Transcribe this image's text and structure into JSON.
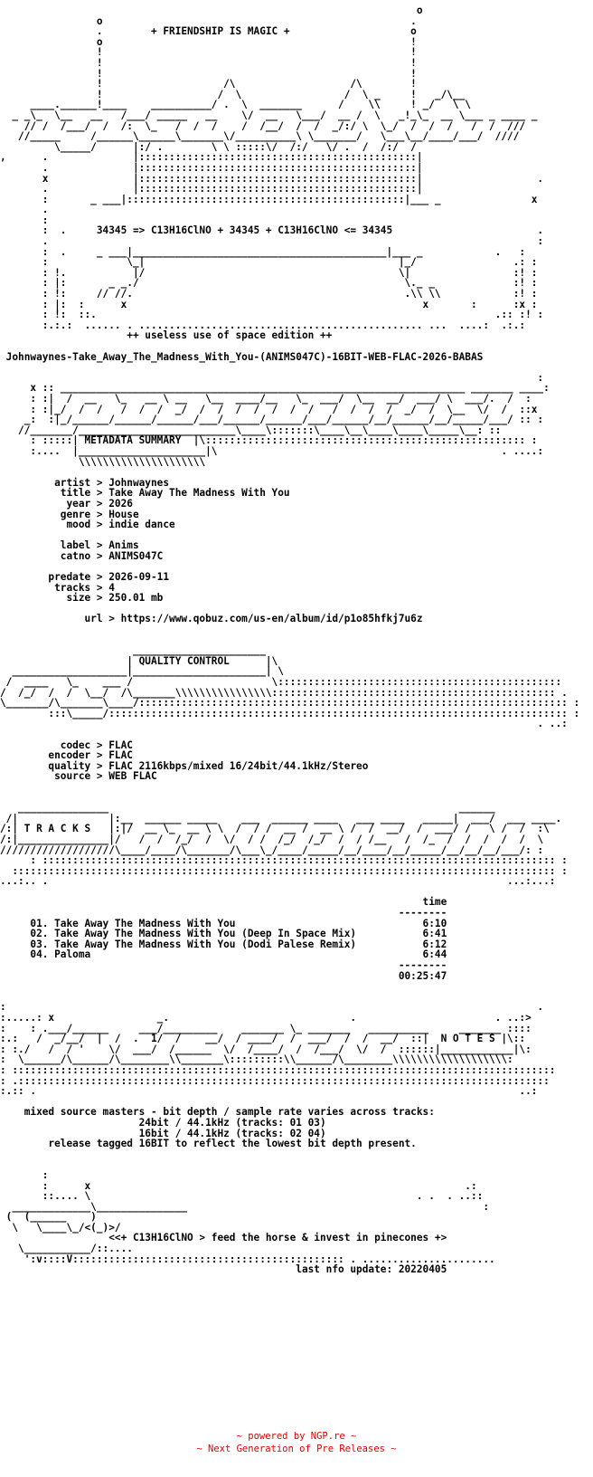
{
  "nfo": {
    "header": [
      "                                                                     o",
      "                o                                                   .",
      "                .        + FRIENDSHIP IS MAGIC +                    o",
      "                o                                                   !",
      "                !                                                   !",
      "                !                                                   !",
      "                !                                                   !",
      "                !                    /\\                   /\\        !",
      "                !                   /  \\                 /  \\ _     !   _/\\__",
      "     ____.______!____    __________/ .  \\  _______      /    \\\\     ! _/   \\ \\",
      "  _ _\\_  \\__   __   /___/ _____   __    \\/  __   \\___/  __ /  \\   _!_\\_  __ \\___ _ ____ _",
      "    // /  /___/  /  /:  \\_   /  /  /    /  /__/  /  /  _/:/ \\  \\_/  /  /  /   /  /  ///",
      "   //_____     /______\\______\\_______\\/__________\\ \\_______/   \\___\\__/____/___/  ////",
      "         \\_____/      |:/ .        \\ \\ :::::\\/  /:/   \\/ .  /  /:/  /",
      ",      .              |::::::::::::::::::::::::::::::::::::::::::::::|",
      "       .              |::::::::::::::::::::::::::::::::::::::::::::::|",
      "       x              |::::::::::::::::::::::::::::::::::::::::::::::|                   .",
      "       .              |::::::::::::::::::::::::::::::::::::::::::::::|",
      "       :       _ ___|::::::::::::::::::::::::::::::::::::::::::::::|___ _               x",
      "       .",
      "       :",
      "       :  .     34345 => C13H16ClNO + 34345 + C13H16ClNO <= 34345                        .",
      "       .                                                                                 :",
      "       :  .     _ ___|__________________________________________|___ _            .   :",
      "       :             \\_|                                          |_/                .: :",
      "       : !.           |/                                          \\|                 :! :",
      "       : |:       _ _./                                            \\._ _             :! :",
      "       : !:     // //.                                             .\\\\ \\\\            :! :",
      "       : |:  :      x                                                 x       :      :x :",
      "       : !:  ::.                                                                  .:: :! :",
      "       :.:.:  ...... . ............................................... ...  ....:  .:.:"
    ],
    "edition_line": "++ useless use of space edition ++",
    "release_name": "Johnwaynes-Take_Away_The_Madness_With_You-(ANIMS047C)-16BIT-WEB-FLAC-2026-BABAS",
    "metadata_banner": [
      "                                                                                         :",
      "     x :: ___________________________________________________________________ _______ ____:",
      "     : :|  /  __   \\_   __ \\ __   \\__  ____/__   \\_  ___/  \\__  __/  ___/ \\  ___/.  /  :",
      "     : :|_/  /  /   /  /  /  _/  /  /  /  /  /  /  /   /  /  /  /  _/  /  \\__  \\/  /  ::x",
      "    _:  :|_/______/______/______/___/______/______/___/______/__/______/__/_____/___/ :: :",
      "   //_______/__________________________\\____\\:::::::\\____\\__\\____\\____\\_____\\__: ::",
      "     : :::::| METADATA SUMMARY  |\\::::::::::::::::::::::::::::::::::::::::::::::::::::: :",
      "     :....  |_____________________|\\                                               . ....:",
      "             \\\\\\\\\\\\\\\\\\\\\\\\\\\\\\\\\\\\\\\\\\"
    ],
    "metadata": {
      "artist": "Johnwaynes",
      "title": "Take Away The Madness With You",
      "year": "2026",
      "genre": "House",
      "mood": "indie dance",
      "label": "Anims",
      "catno": "ANIMS047C",
      "predate": "2026-09-11",
      "tracks": "4",
      "size": "250.01 mb",
      "url": "https://www.qobuz.com/us-en/album/id/p1o85hfkj7u6z"
    },
    "quality_banner": [
      "                      ______________________",
      "                     | QUALITY CONTROL      |\\",
      "  ___________________|______________________| \\",
      " /  ____   \\_    ___ /                       \\:::::::::::::::::::::::::::::::::::::::::::::::",
      "/  /_/  /  /  \\__/  /\\_______\\\\\\\\\\\\\\\\\\\\\\\\\\\\\\\\::::::::::::::::::::::::::::::::::::::::::::::: .",
      "\\_______/\\_______\\____/::::::::::::::::::::::::::::::::::::::::::::::::::::::::::::::::::::::: :",
      "        :::\\_____/:::::::::::::::::::::::::::::::::::::::::::::::::::::::::::::::::::::::::::: :",
      "                                                                                         . ..:"
    ],
    "quality": {
      "codec": "FLAC",
      "encoder": "FLAC",
      "quality": "FLAC 2116kbps/mixed 16/24bit/44.1kHz/Stereo",
      "source": "WEB FLAC"
    },
    "tracks_banner": [
      "   _______________                                                          ______",
      " /|               |:__  ______ _____    ___  ______ ____   ___ ____   _____|  ___/  ___ ____.",
      "/:| T R A C K S   |:|/  __ \\_  __ \\ \\  /  / /  __ /  __ \\ /  /  __/  /  ___/ /   \\ /  /  :\\",
      "/:|_______________|/   /  /  /_/  /  \\/  / /  /_/  /_/  /  / /__   /  /_  /  /  /  /  /  \\",
      "///////////////////\\____/____/\\_______/\\___\\_/____/_____/__/____/__/_____/__/__/__/___/: :",
      "     : ::::::::::::::::::::::::::::::::::::::::::::::::::::::::::::::::::::::::::::::::::::: :",
      "  :::::::::::::::::::::::::::::::::::::::::::::::::::::::::::::::::::::::::::::::::::::::::: :",
      "...:.. .                                                                            ...:...:"
    ],
    "tracks": [
      {
        "num": "01.",
        "title": "Take Away The Madness With You",
        "time": "6:10"
      },
      {
        "num": "02.",
        "title": "Take Away The Madness With You (Deep In Space Mix)",
        "time": "6:41"
      },
      {
        "num": "03.",
        "title": "Take Away The Madness With You (Dodi Palese Remix)",
        "time": "6:12"
      },
      {
        "num": "04.",
        "title": "Paloma",
        "time": "6:44"
      }
    ],
    "time_header": "time",
    "total_time": "00:25:47",
    "notes_banner": [
      ":                                                                                        .",
      ":.....: x                 _.                              .                       . ..:>",
      ":    : .___/______     ___/_________    _______ \\_ _______   __________     _______ ::::",
      ":.:   /  _/__/  |  /  .  1/  /    __/  / ____/  /  ___/  /  /  __/  ::|  N O T E S |\\::",
      ": :./   /  / '    \\/  ___/  /______  \\/  /____/  /  /___/  \\/  /  ::::::|____________|\\:",
      ":  \\______/\\______/\\________\\\\_______\\:::::::::\\\\______/\\________\\\\\\\\\\\\\\\\\\\\\\\\\\\\\\\\\\\\\\:",
      ": ::::::::::::::::::::::::::::::::::::::::::::::::::::::::::::::::::::::::::::::::::::::::::",
      ": .::::::::::::::::::::::::::::::::::::::::::::::::::::::::::::::::::::::::::::::::::::::::",
      ":.:: .                                                                                ..:"
    ],
    "notes": [
      "mixed source masters - bit depth / sample rate varies across tracks:",
      "24bit / 44.1kHz (tracks: 01 03)",
      "16bit / 44.1kHz (tracks: 02 04)",
      "release tagged 16BIT to reflect the lowest bit depth present."
    ],
    "boat_art": [
      "       :",
      "       :      x                                                              .:",
      "       ::.... \\                                                      . .  . ..::",
      "  _____________\\_______________                                                 :",
      " (  (______    )",
      "  \\   \\____\\_/<(_)>/"
    ],
    "boat_tagline": "<<+ C13H16ClNO > feed the horse & invest in pinecones +>",
    "boat_footer": [
      "   \\___________/::....",
      "    ':v::::V::::::::::::::::::::::::::::::::::::::::::::: . ......................"
    ],
    "last_update": "last nfo update: 20220405"
  },
  "footer": {
    "powered": "~ powered by NGP.re ~",
    "tagline": "~ Next Generation of Pre Releases ~"
  }
}
